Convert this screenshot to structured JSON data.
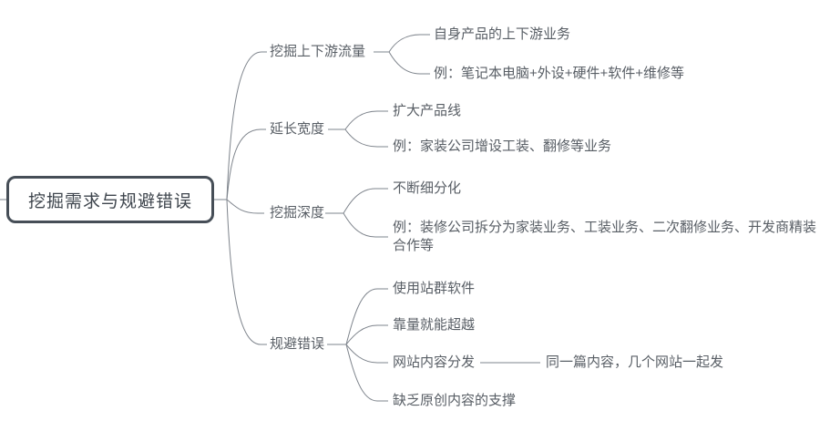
{
  "palette": {
    "line": "#7e848c",
    "node_text": "#585e65",
    "root_border": "#464e57",
    "root_text": "#3e454d",
    "background": "#ffffff"
  },
  "root": {
    "label": "挖掘需求与规避错误"
  },
  "branches": [
    {
      "label": "挖掘上下游流量",
      "children": [
        {
          "label": "自身产品的上下游业务"
        },
        {
          "label": "例：笔记本电脑+外设+硬件+软件+维修等"
        }
      ]
    },
    {
      "label": "延长宽度",
      "children": [
        {
          "label": "扩大产品线"
        },
        {
          "label": "例：家装公司增设工装、翻修等业务"
        }
      ]
    },
    {
      "label": "挖掘深度",
      "children": [
        {
          "label": "不断细分化"
        },
        {
          "label": "例：装修公司拆分为家装业务、工装业务、二次翻修业务、开发商精装合作等"
        }
      ]
    },
    {
      "label": "规避错误",
      "children": [
        {
          "label": "使用站群软件"
        },
        {
          "label": "靠量就能超越"
        },
        {
          "label": "网站内容分发",
          "children": [
            {
              "label": "同一篇内容，几个网站一起发"
            }
          ]
        },
        {
          "label": "缺乏原创内容的支撑"
        }
      ]
    }
  ]
}
